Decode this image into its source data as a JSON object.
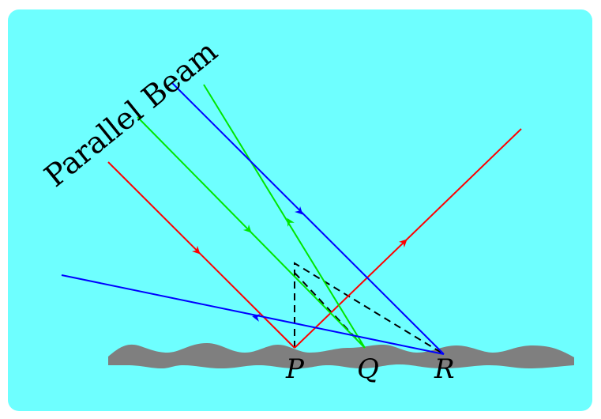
{
  "diagram": {
    "title": "Parallel Beam",
    "points": {
      "p": "P",
      "q": "Q",
      "r": "R"
    },
    "colors": {
      "background": "#6effff",
      "surface": "#7f7f7f",
      "ray_red": "#ff0000",
      "ray_green": "#00e600",
      "ray_blue": "#0000ff",
      "dashed": "#000000"
    }
  }
}
